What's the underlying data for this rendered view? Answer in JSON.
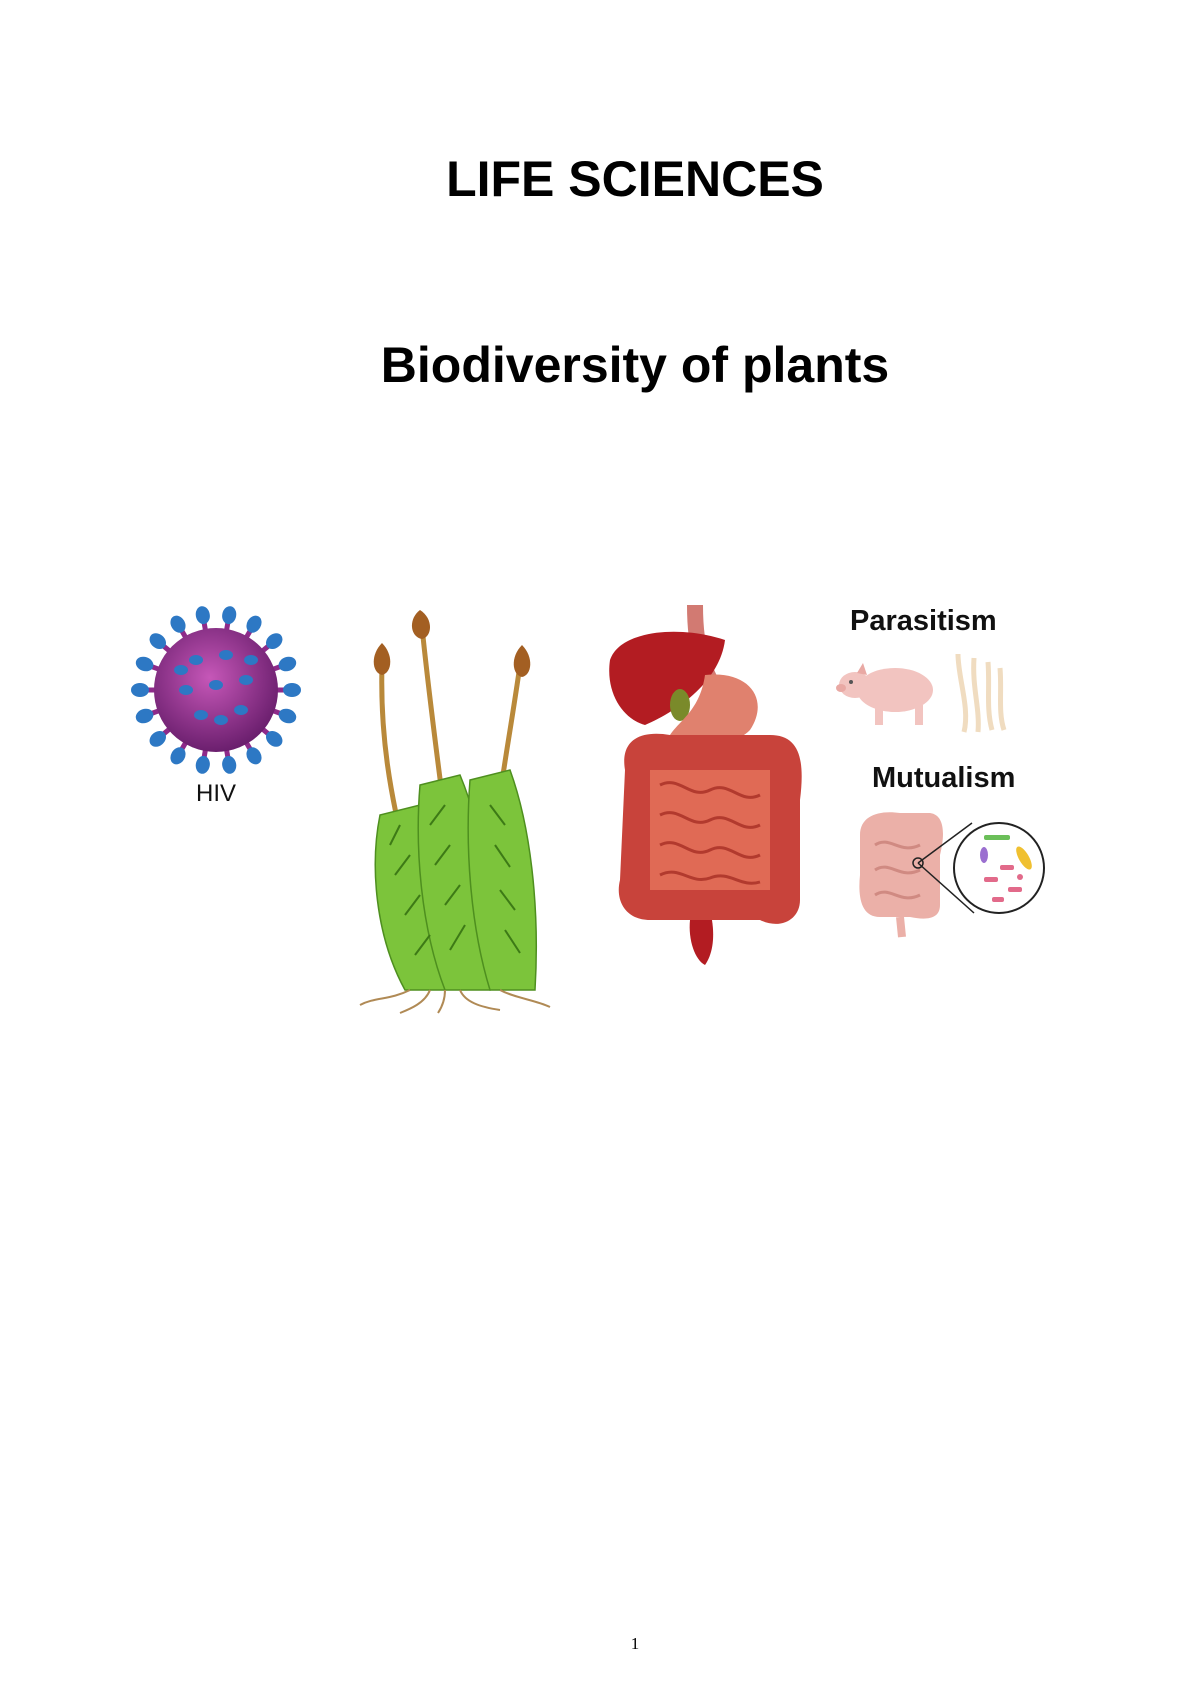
{
  "document": {
    "title": "LIFE SCIENCES",
    "subtitle": "Biodiversity of plants",
    "page_number": "1"
  },
  "illustrations": {
    "virus": {
      "icon": "hiv-virus-icon",
      "label": "HIV",
      "colors": {
        "body": "#8e2a8a",
        "spike": "#2d78c4"
      }
    },
    "moss": {
      "icon": "moss-plant-icon",
      "colors": {
        "leaf": "#7cc43b",
        "stalk": "#b9893a",
        "capsule": "#a35f22"
      }
    },
    "digestive": {
      "icon": "digestive-system-icon",
      "colors": {
        "liver": "#b31c22",
        "intestine": "#c8433b"
      }
    },
    "symbiosis": {
      "parasitism_label": "Parasitism",
      "mutualism_label": "Mutualism",
      "icons": [
        "pig-icon",
        "tapeworm-icon",
        "intestine-icon",
        "bacteria-magnifier-icon"
      ]
    }
  }
}
